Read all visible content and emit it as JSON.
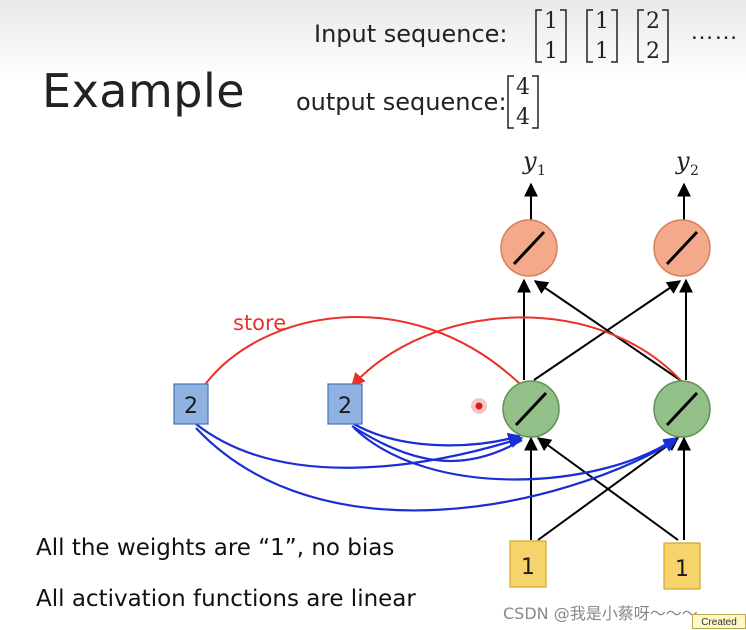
{
  "title": "Example",
  "input_sequence": {
    "label": "Input sequence:",
    "vectors": [
      [
        "1",
        "1"
      ],
      [
        "1",
        "1"
      ],
      [
        "2",
        "2"
      ]
    ],
    "ellipsis": "……"
  },
  "output_sequence": {
    "label": "output sequence:",
    "vectors": [
      [
        "4",
        "4"
      ]
    ]
  },
  "network": {
    "outputs": [
      {
        "name": "y",
        "sub": "1"
      },
      {
        "name": "y",
        "sub": "2"
      }
    ],
    "memory": [
      {
        "label": "store",
        "value": "2"
      },
      {
        "value": "2"
      }
    ],
    "inputs": [
      "1",
      "1"
    ],
    "colors": {
      "output_node": "#f4a98a",
      "hidden_node": "#93c089",
      "memory_box": "#8fb2e3",
      "input_box": "#f7d36b",
      "store_arrow": "#e8322a",
      "memory_link": "#1a2ed6"
    }
  },
  "notes": [
    "All the weights are “1”, no bias",
    "All activation functions are linear"
  ],
  "watermark": "CSDN @我是小蔡呀～～～",
  "badge": "Created"
}
